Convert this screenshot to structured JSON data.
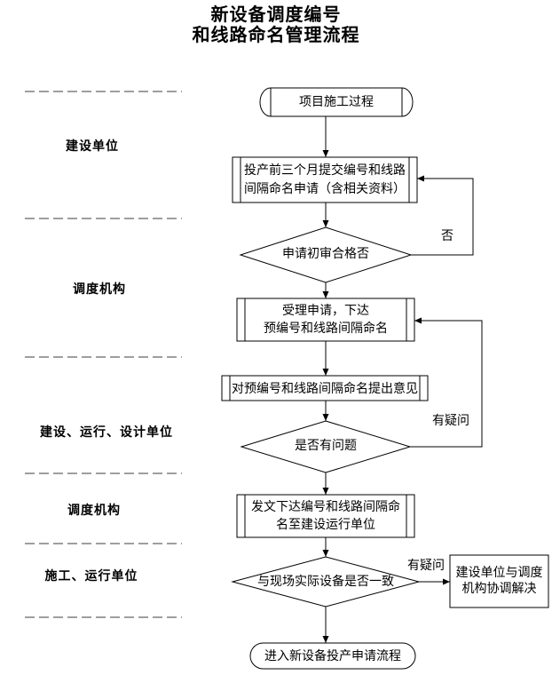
{
  "title": {
    "line1": "新设备调度编号",
    "line2": "和线路命名管理流程"
  },
  "lanes": [
    {
      "label": "建设单位"
    },
    {
      "label": "调度机构"
    },
    {
      "label": "建设、运行、设计单位"
    },
    {
      "label": "调度机构"
    },
    {
      "label": "施工、运行单位"
    }
  ],
  "nodes": {
    "start": {
      "label": "项目施工过程"
    },
    "submit": {
      "line1": "投产前三个月提交编号和线路",
      "line2": "间隔命名申请（含相关资料）"
    },
    "review": {
      "label": "申请初审合格否"
    },
    "accept": {
      "line1": "受理申请，下达",
      "line2": "预编号和线路间隔命名"
    },
    "comment": {
      "label": "对预编号和线路间隔命名提出意见"
    },
    "problem": {
      "label": "是否有问题"
    },
    "issue": {
      "line1": "发文下达编号和线路间隔命",
      "line2": "名至建设运行单位"
    },
    "verify": {
      "label": "与现场实际设备是否一致"
    },
    "coordinate": {
      "line1": "建设单位与调度",
      "line2": "机构协调解决"
    },
    "end": {
      "label": "进入新设备投产申请流程"
    }
  },
  "edge_labels": {
    "review_no": "否",
    "problem_doubt": "有疑问",
    "verify_doubt": "有疑问"
  },
  "colors": {
    "stroke": "#000000",
    "lane_divider": "#7f7f7f",
    "background": "#ffffff",
    "text": "#000000"
  }
}
